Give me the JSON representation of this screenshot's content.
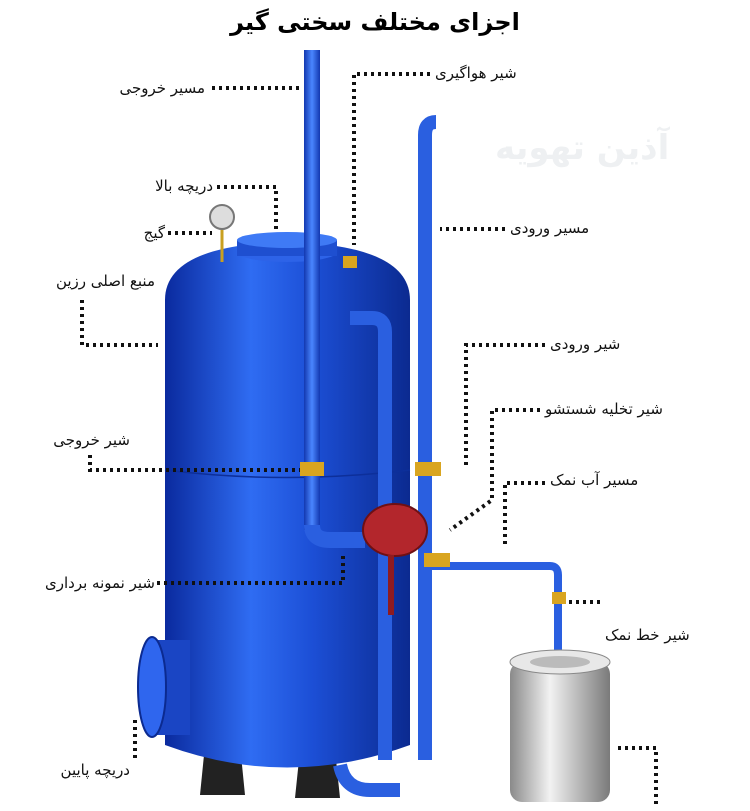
{
  "title": "اجزای مختلف سختی گیر",
  "watermark": "آذین تهویه",
  "labels": {
    "outlet_path": "مسیر خروجی",
    "air_valve": "شیر هواگیری",
    "top_hatch": "دریچه بالا",
    "gauge": "گیج",
    "inlet_path": "مسیر ورودی",
    "resin_tank": "منبع اصلی رزین",
    "inlet_valve": "شیر ورودی",
    "backwash_drain_valve": "شیر تخلیه شستشو",
    "outlet_valve": "شیر خروجی",
    "brine_path": "مسیر آب نمک",
    "sampling_valve": "شیر نمونه برداری",
    "brine_line_valve": "شیر خط نمک",
    "bottom_hatch": "دریچه پایین"
  },
  "colors": {
    "tank": "#1f4fd8",
    "pipe": "#2a5fe0",
    "valve": "#b3262c",
    "fitting": "#d9a520",
    "brine_tank": "#c8c8c8"
  }
}
